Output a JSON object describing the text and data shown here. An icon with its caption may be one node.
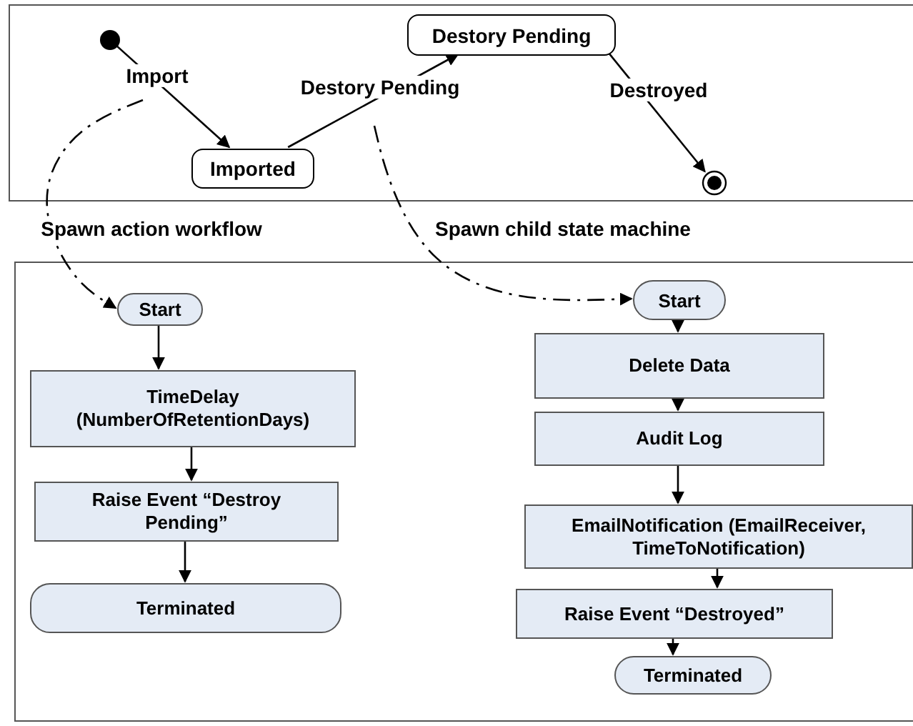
{
  "diagram": {
    "nodes": [
      {
        "text": [],
        "shape": "box"
      },
      {
        "text": [],
        "shape": "circle",
        "in": 0
      },
      {
        "text": [
          "Imported"
        ],
        "in": 0
      },
      {
        "text": [
          "Destory Pending"
        ],
        "in": 0
      },
      {
        "text": [],
        "shape": "circle",
        "in": 0
      },
      {
        "text": [],
        "shape": "box"
      },
      {
        "text": [
          "Start"
        ],
        "in": 5
      },
      {
        "text": [
          "TimeDelay (NumberOfRetentionDays)"
        ],
        "in": 5
      },
      {
        "text": [
          "Raise Event “Destroy Pending”"
        ],
        "in": 5
      },
      {
        "text": [
          "Terminated"
        ],
        "in": 5
      },
      {
        "text": [
          "Start"
        ],
        "in": 5
      },
      {
        "text": [
          "Delete Data"
        ],
        "in": 5
      },
      {
        "text": [
          "Audit Log"
        ],
        "in": 5
      },
      {
        "text": [
          "EmailNotification (EmailReceiver, TimeToNotification)"
        ],
        "in": 5
      },
      {
        "text": [
          "Raise Event “Destroyed”"
        ],
        "in": 5
      },
      {
        "text": [
          "Terminated"
        ],
        "in": 5
      }
    ],
    "edges": [
      {
        "from": 1,
        "to": 2,
        "arrow": "to",
        "label": "Import"
      },
      {
        "from": 2,
        "to": 3,
        "arrow": "to",
        "label": "Destory Pending"
      },
      {
        "from": 3,
        "to": 4,
        "arrow": "to",
        "label": "Destroyed"
      },
      {
        "from": null,
        "to": 6,
        "arrow": "to",
        "label": "Spawn action workflow",
        "style": "dashed"
      },
      {
        "from": null,
        "to": 10,
        "arrow": "to",
        "label": "Spawn child state machine",
        "style": "dashed"
      },
      {
        "from": 6,
        "to": 7,
        "arrow": "to"
      },
      {
        "from": 7,
        "to": 8,
        "arrow": "to"
      },
      {
        "from": 8,
        "to": 9,
        "arrow": "to"
      },
      {
        "from": 10,
        "to": 11,
        "arrow": "to"
      },
      {
        "from": 11,
        "to": 12,
        "arrow": "to"
      },
      {
        "from": 12,
        "to": 13,
        "arrow": "to"
      },
      {
        "from": 13,
        "to": 14,
        "arrow": "to"
      },
      {
        "from": 14,
        "to": 15,
        "arrow": "to"
      }
    ]
  }
}
